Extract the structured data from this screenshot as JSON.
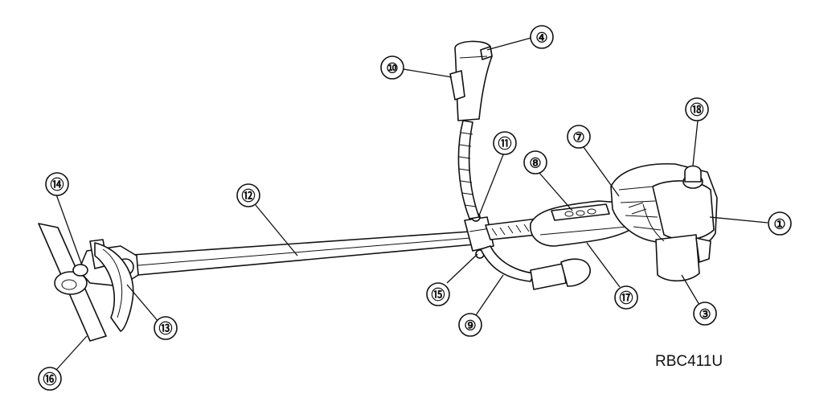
{
  "model": "RBC411U",
  "callouts": [
    {
      "id": "1",
      "label": "①"
    },
    {
      "id": "3",
      "label": "③"
    },
    {
      "id": "4",
      "label": "④"
    },
    {
      "id": "7",
      "label": "⑦"
    },
    {
      "id": "8",
      "label": "⑧"
    },
    {
      "id": "9",
      "label": "⑨"
    },
    {
      "id": "10",
      "label": "⑩"
    },
    {
      "id": "11",
      "label": "⑪"
    },
    {
      "id": "12",
      "label": "⑫"
    },
    {
      "id": "13",
      "label": "⑬"
    },
    {
      "id": "14",
      "label": "⑭"
    },
    {
      "id": "15",
      "label": "⑮"
    },
    {
      "id": "16",
      "label": "⑯"
    },
    {
      "id": "17",
      "label": "⑰"
    },
    {
      "id": "18",
      "label": "⑱"
    }
  ]
}
